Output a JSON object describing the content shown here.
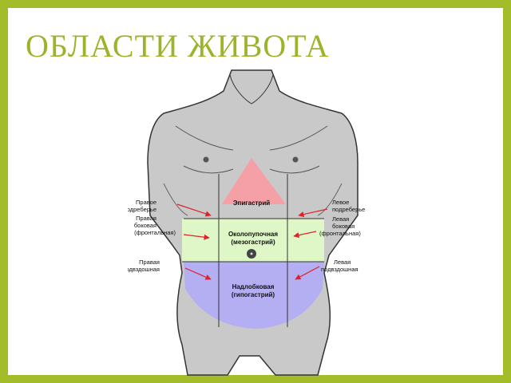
{
  "title": "ОБЛАСТИ ЖИВОТА",
  "colors": {
    "frame": "#a2bc2a",
    "title": "#9bb52a",
    "skin": "#c9c9c9",
    "epigastric": "#f4a0a6",
    "umbilical": "#dff7c6",
    "hypogastric": "#b4aef2",
    "arrow": "#e0202a"
  },
  "regions": {
    "epigastric": "Эпигастрий",
    "umbilical": [
      "Околопупочная",
      "(мезогастрий)"
    ],
    "hypogastric": [
      "Надлобковая",
      "(гипогастрий)"
    ]
  },
  "side_labels": {
    "right_hypochondrium": [
      "Правое",
      "подреберье"
    ],
    "right_lateral": [
      "Правая",
      "боковая",
      "(фронтальная)"
    ],
    "right_iliac": [
      "Правая",
      "подвздошная"
    ],
    "left_hypochondrium": [
      "Левое",
      "подреберье"
    ],
    "left_lateral": [
      "Левая",
      "боковая",
      "(фронтальная)"
    ],
    "left_iliac": [
      "Левая",
      "подвздошная"
    ]
  }
}
